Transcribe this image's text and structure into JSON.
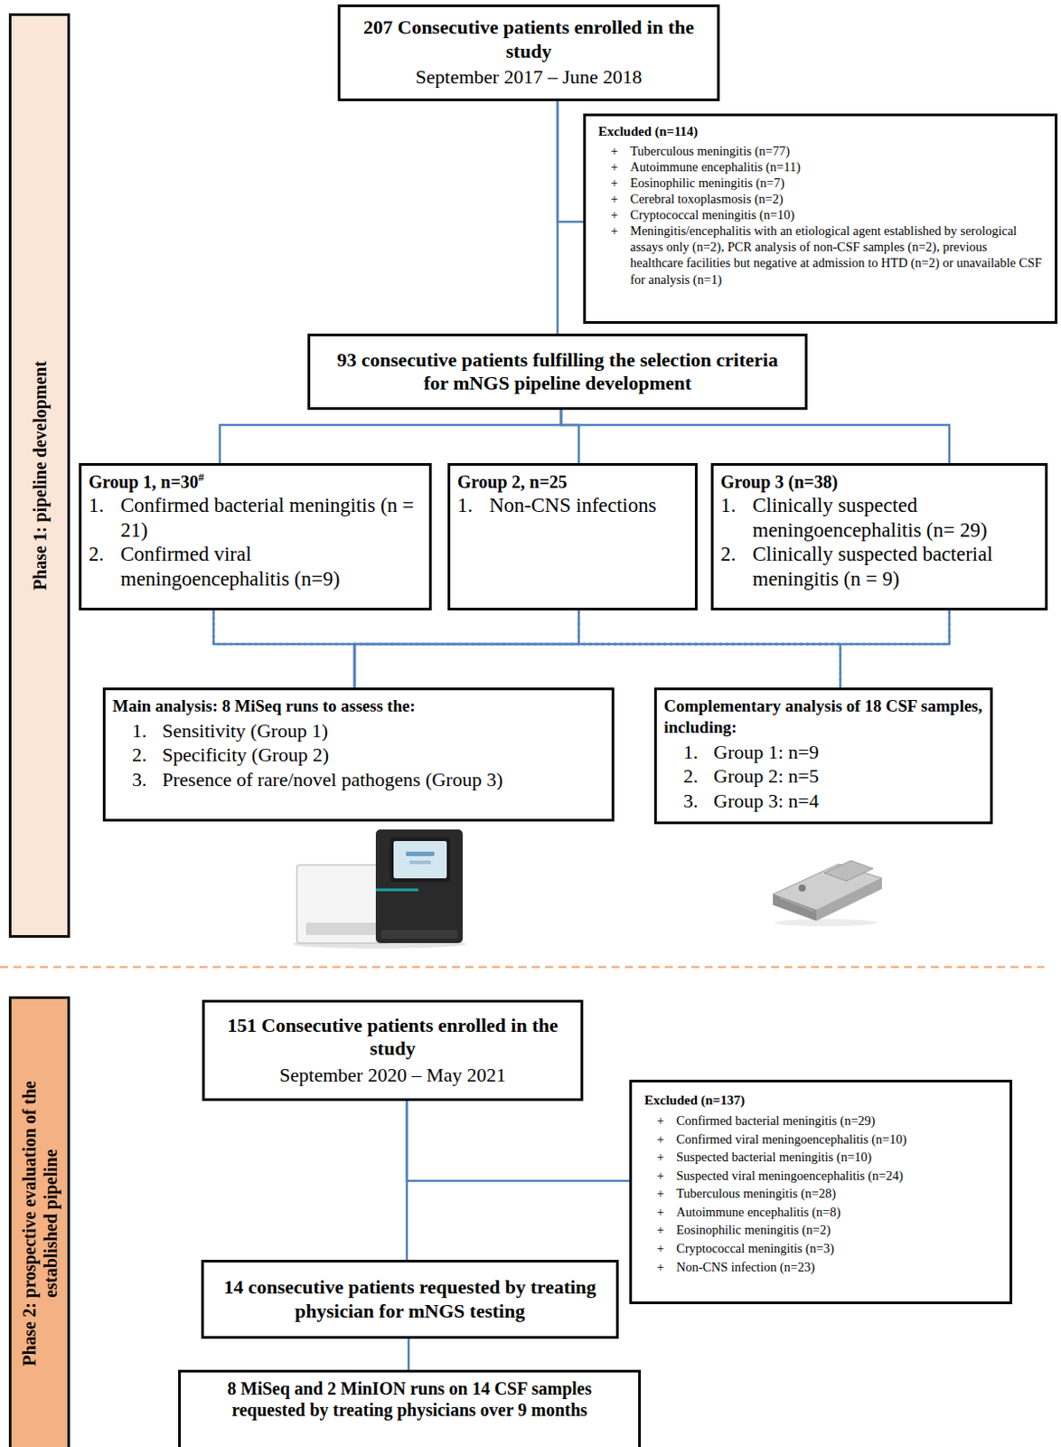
{
  "diagram": {
    "nodes": [
      {
        "text": [
          "Phase 1: pipeline development"
        ]
      },
      {
        "text": [
          "207 Consecutive patients enrolled in the study",
          "September 2017 – June 2018"
        ]
      },
      {
        "text": [
          "Excluded (n=114)",
          "+",
          "Tuberculous meningitis (n=77)",
          "+",
          "Autoimmune encephalitis (n=11)",
          "+",
          "Eosinophilic meningitis (n=7)",
          "+",
          "Cerebral toxoplasmosis (n=2)",
          "+",
          "Cryptococcal meningitis (n=10)",
          "+",
          "Meningitis/encephalitis with an etiological agent established by serological assays only (n=2), PCR analysis of non-CSF samples (n=2), previous healthcare facilities but negative at admission to HTD (n=2) or unavailable CSF for analysis (n=1)"
        ]
      },
      {
        "text": [
          "93 consecutive patients fulfilling the selection criteria for mNGS pipeline development"
        ]
      },
      {
        "text": [
          "Group 1, n=30",
          "#",
          "1.",
          "Confirmed bacterial meningitis (n = 21)",
          "2.",
          "Confirmed viral meningoencephalitis (n=9)"
        ]
      },
      {
        "text": [
          "Group 2, n=25",
          "1.",
          "Non-CNS infections"
        ]
      },
      {
        "text": [
          "Group 3 (n=38)",
          "1.",
          "Clinically suspected meningoencephalitis (n= 29)",
          "2.",
          "Clinically suspected bacterial meningitis (n = 9)"
        ]
      },
      {
        "text": [
          "Main analysis: 8 MiSeq runs to assess the:",
          "1.",
          "Sensitivity (Group 1)",
          "2.",
          "Specificity (Group 2)",
          "3.",
          "Presence of rare/novel pathogens (Group 3)"
        ]
      },
      {
        "text": [
          "Complementary analysis of 18 CSF samples, including:",
          "1.",
          "Group 1: n=9",
          "2.",
          "Group 2: n=5",
          "3.",
          "Group 3: n=4"
        ]
      },
      {
        "text": [
          "Phase 2: prospective evaluation of the established pipeline"
        ]
      },
      {
        "text": [
          "151 Consecutive patients enrolled in the study",
          "September 2020 – May 2021"
        ]
      },
      {
        "text": [
          "Excluded (n=137)",
          "+",
          "Confirmed bacterial meningitis (n=29)",
          "+",
          "Confirmed viral meningoencephalitis (n=10)",
          "+",
          "Suspected bacterial meningitis (n=10)",
          "+",
          "Suspected viral meningoencephalitis (n=24)",
          "+",
          "Tuberculous meningitis (n=28)",
          "+",
          "Autoimmune encephalitis (n=8)",
          "+",
          "Eosinophilic meningitis (n=2)",
          "+",
          "Cryptococcal meningitis (n=3)",
          "+",
          "Non-CNS infection (n=23)"
        ]
      },
      {
        "text": [
          "14 consecutive patients requested by treating physician for mNGS testing"
        ]
      },
      {
        "text": [
          "8 MiSeq and 2 MinION runs on 14 CSF samples requested by treating physicians over 9 months"
        ]
      }
    ],
    "edges": [
      {
        "from": 1,
        "to": 2,
        "arrow": "none"
      },
      {
        "from": 1,
        "to": 3,
        "arrow": "none"
      },
      {
        "from": 3,
        "to": 4,
        "arrow": "none"
      },
      {
        "from": 3,
        "to": 5,
        "arrow": "none"
      },
      {
        "from": 3,
        "to": 6,
        "arrow": "none"
      },
      {
        "from": 4,
        "to": 7,
        "arrow": "none"
      },
      {
        "from": 5,
        "to": 7,
        "arrow": "none"
      },
      {
        "from": 6,
        "to": 7,
        "arrow": "none"
      },
      {
        "from": 4,
        "to": 8,
        "arrow": "none"
      },
      {
        "from": 5,
        "to": 8,
        "arrow": "none"
      },
      {
        "from": 6,
        "to": 8,
        "arrow": "none"
      },
      {
        "from": 10,
        "to": 11,
        "arrow": "none"
      },
      {
        "from": 10,
        "to": 12,
        "arrow": "none"
      },
      {
        "from": 12,
        "to": 13,
        "arrow": "none"
      }
    ]
  }
}
